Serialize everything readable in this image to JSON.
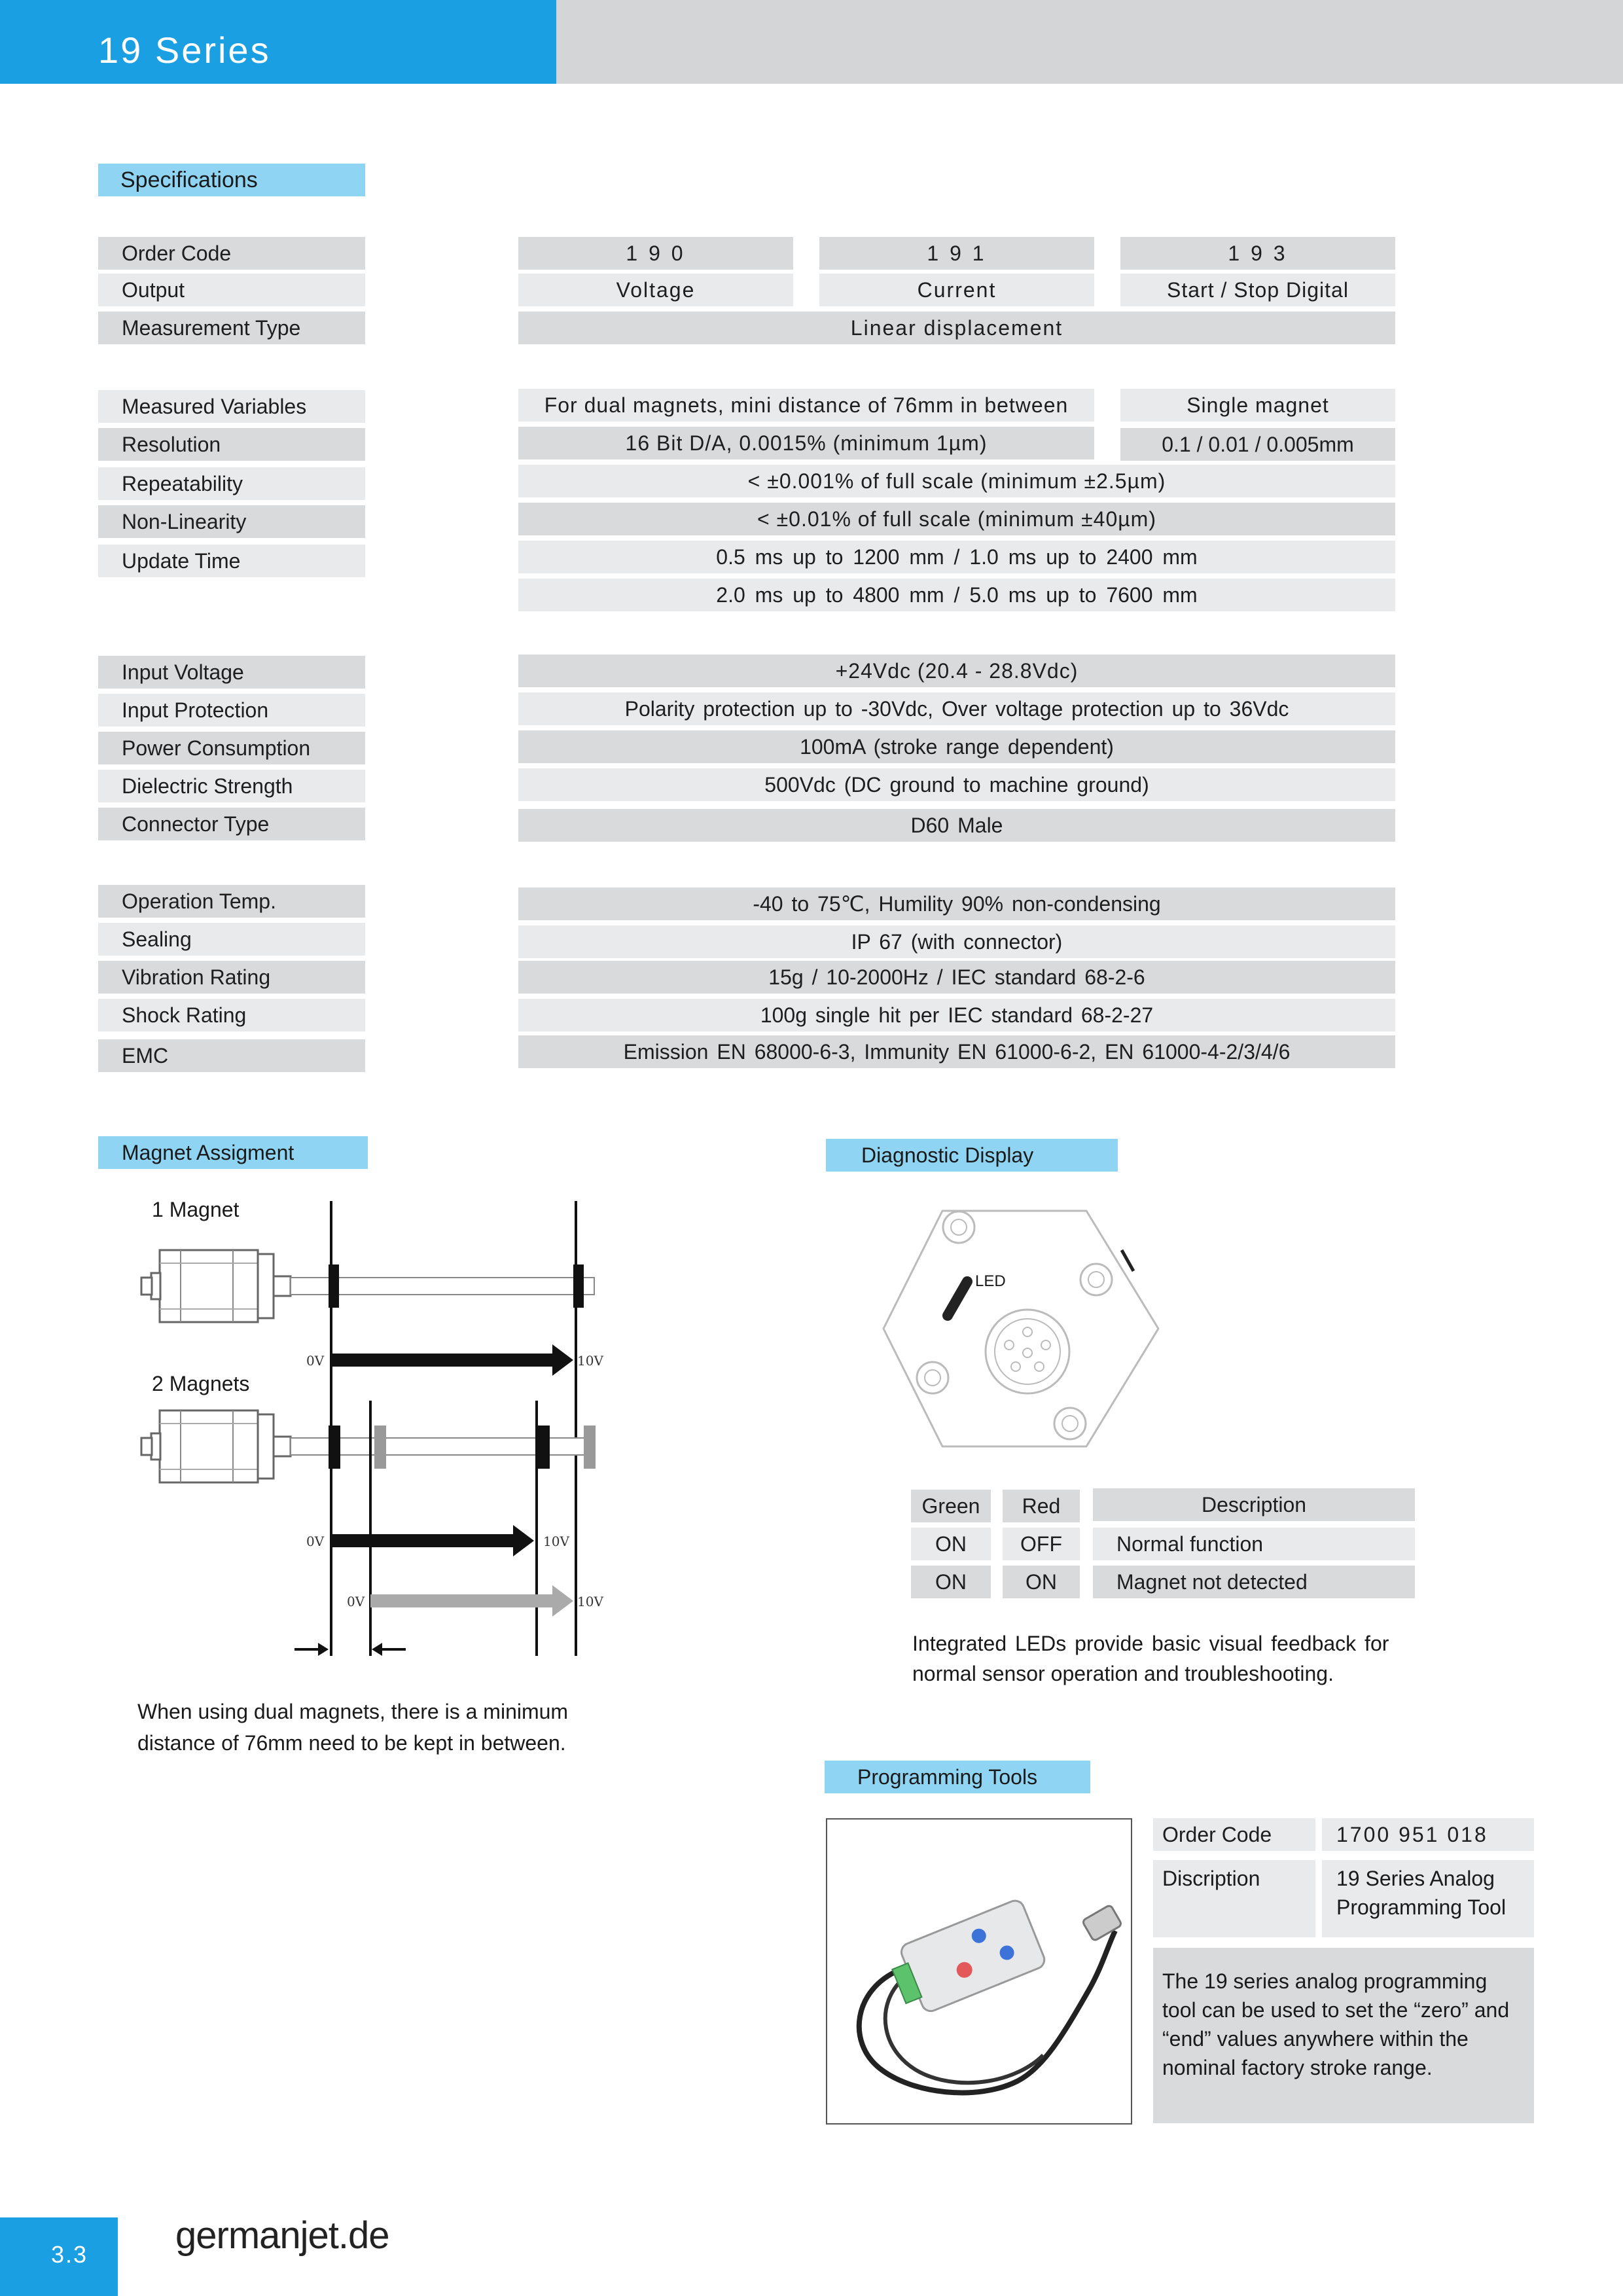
{
  "header": {
    "title": "19 Series"
  },
  "specs": {
    "title": "Specifications",
    "g1": {
      "order_code": "Order Code",
      "output": "Output",
      "measurement_type": "Measurement Type",
      "c190": "1 9 0",
      "c191": "1 9 1",
      "c193": "1 9 3",
      "out190": "Voltage",
      "out191": "Current",
      "out193": "Start / Stop Digital",
      "mtype": "Linear displacement"
    },
    "g2": {
      "measured_variables": "Measured Variables",
      "resolution": "Resolution",
      "repeatability": "Repeatability",
      "non_linearity": "Non-Linearity",
      "update_time": "Update Time",
      "mv_dual": "For dual magnets, mini distance of 76mm in between",
      "mv_single": "Single magnet",
      "res_dual": "16 Bit D/A, 0.0015% (minimum 1µm)",
      "res_single": "0.1 / 0.01 / 0.005mm",
      "repeat": "< ±0.001% of full scale (minimum ±2.5µm)",
      "nonlin": "< ±0.01% of full scale (minimum ±40µm)",
      "upd1": "0.5 ms up to 1200 mm / 1.0 ms up to 2400 mm",
      "upd2": "2.0 ms up to 4800 mm / 5.0 ms up to 7600 mm"
    },
    "g3": {
      "input_voltage": "Input Voltage",
      "input_protection": "Input Protection",
      "power_consumption": "Power Consumption",
      "dielectric_strength": "Dielectric Strength",
      "connector_type": "Connector Type",
      "iv": "+24Vdc (20.4 - 28.8Vdc)",
      "ip": "Polarity protection up to -30Vdc, Over voltage protection up to 36Vdc",
      "pc": "100mA (stroke range dependent)",
      "ds": "500Vdc (DC ground to machine ground)",
      "ct": "D60 Male"
    },
    "g4": {
      "operation_temp": "Operation Temp.",
      "sealing": "Sealing",
      "vibration_rating": "Vibration Rating",
      "shock_rating": "Shock Rating",
      "emc": "EMC",
      "ot": "-40 to 75℃, Humility 90% non-condensing",
      "se": "IP 67 (with connector)",
      "vr": "15g / 10-2000Hz / IEC standard 68-2-6",
      "sr": "100g single hit per IEC standard 68-2-27",
      "em": "Emission EN 68000-6-3, Immunity EN 61000-6-2, EN 61000-4-2/3/4/6"
    }
  },
  "magnet": {
    "title": "Magnet Assigment",
    "one": "1 Magnet",
    "two": "2 Magnets",
    "v0": "0V",
    "v10": "10V",
    "note_line1": "When using dual magnets, there is a minimum",
    "note_line2": "distance of 76mm need to be kept in between."
  },
  "diag": {
    "title": "Diagnostic Display",
    "led": "LED",
    "headers": [
      "Green",
      "Red",
      "Description"
    ],
    "rows": [
      [
        "ON",
        "OFF",
        "Normal function"
      ],
      [
        "ON",
        "ON",
        "Magnet not detected"
      ]
    ],
    "note_line1": "Integrated LEDs provide basic visual feedback for",
    "note_line2": "normal sensor operation and troubleshooting."
  },
  "prog": {
    "title": "Programming Tools",
    "order_label": "Order Code",
    "order_value": "1700 951 018",
    "desc_label": "Discription",
    "desc_line1": "19 Series Analog",
    "desc_line2": "Programming Tool",
    "text": [
      "The 19 series analog programming",
      "tool can be used to set the “zero” and",
      "“end” values anywhere within the",
      "nominal factory stroke range."
    ]
  },
  "footer": {
    "page": "3.3",
    "site": "germanjet.de"
  },
  "colors": {
    "accent": "#1a9fe3",
    "section": "#8fd5f3",
    "dark_cell": "#d9dadb",
    "light_cell": "#e9eaeb",
    "header_gray": "#d4d5d6"
  }
}
